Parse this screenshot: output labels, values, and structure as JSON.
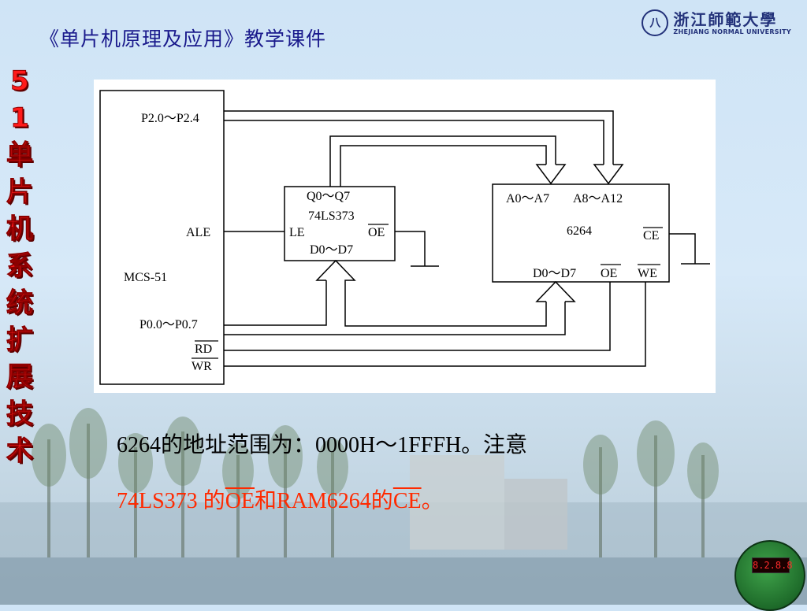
{
  "header": {
    "course_title": "《单片机原理及应用》教学课件",
    "logo_seal": "八",
    "logo_name_cn": "浙江師範大學",
    "logo_name_en": "ZHEJIANG NORMAL UNIVERSITY"
  },
  "side_title": [
    "5",
    "1",
    "单",
    "片",
    "机",
    "系",
    "统",
    "扩",
    "展",
    "技",
    "术"
  ],
  "diagram": {
    "mcu": {
      "name": "MCS-51",
      "pins": {
        "p2": "P2.0～P2.4",
        "ale": "ALE",
        "p0": "P0.0～P0.7",
        "rd": "RD",
        "wr": "WR"
      }
    },
    "latch": {
      "name": "74LS373",
      "q": "Q0～Q7",
      "le": "LE",
      "oe": "OE",
      "d": "D0～D7"
    },
    "ram": {
      "name": "6264",
      "addr_low": "A0～A7",
      "addr_high": "A8～A12",
      "ce": "CE",
      "data": "D0～D7",
      "oe": "OE",
      "we": "WE"
    }
  },
  "notes": {
    "line1": "6264的地址范围为：0000H～1FFFH。注意",
    "line2_a": "74LS373 的",
    "line2_oe": "OE",
    "line2_b": "和RAM6264的",
    "line2_ce": "CE",
    "line2_c": "。"
  },
  "board_display": "8.2.8.8",
  "colors": {
    "title": "#1a1a8c",
    "side_title": "#ff1a1a",
    "note_highlight": "#ff2a00",
    "logo": "#23327a"
  }
}
